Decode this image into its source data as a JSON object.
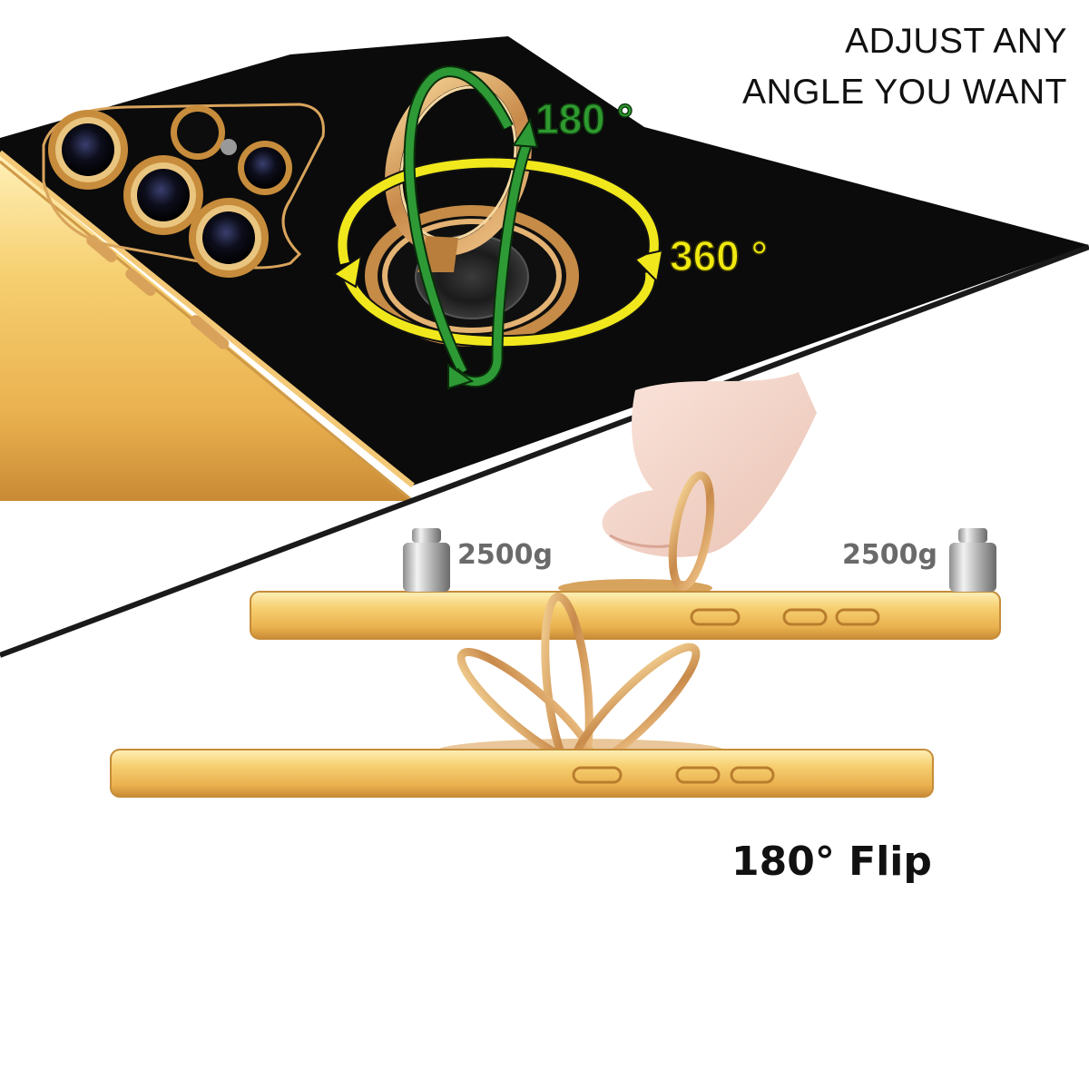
{
  "headline": {
    "line1": "ADJUST ANY",
    "line2": "ANGLE YOU WANT"
  },
  "rotation": {
    "vertical_label": "180 °",
    "horizontal_label": "360 °",
    "vertical_arrow_color": "#2e9a36",
    "horizontal_arrow_color": "#f0e81c"
  },
  "load_test": {
    "left_weight": "2500g",
    "right_weight": "2500g"
  },
  "flip_caption": "180° Flip",
  "colors": {
    "case_black": "#0b0b0b",
    "gold_edge": "#f1c36a",
    "gold_dark": "#b8813a",
    "divider": "#1a1a1a"
  }
}
